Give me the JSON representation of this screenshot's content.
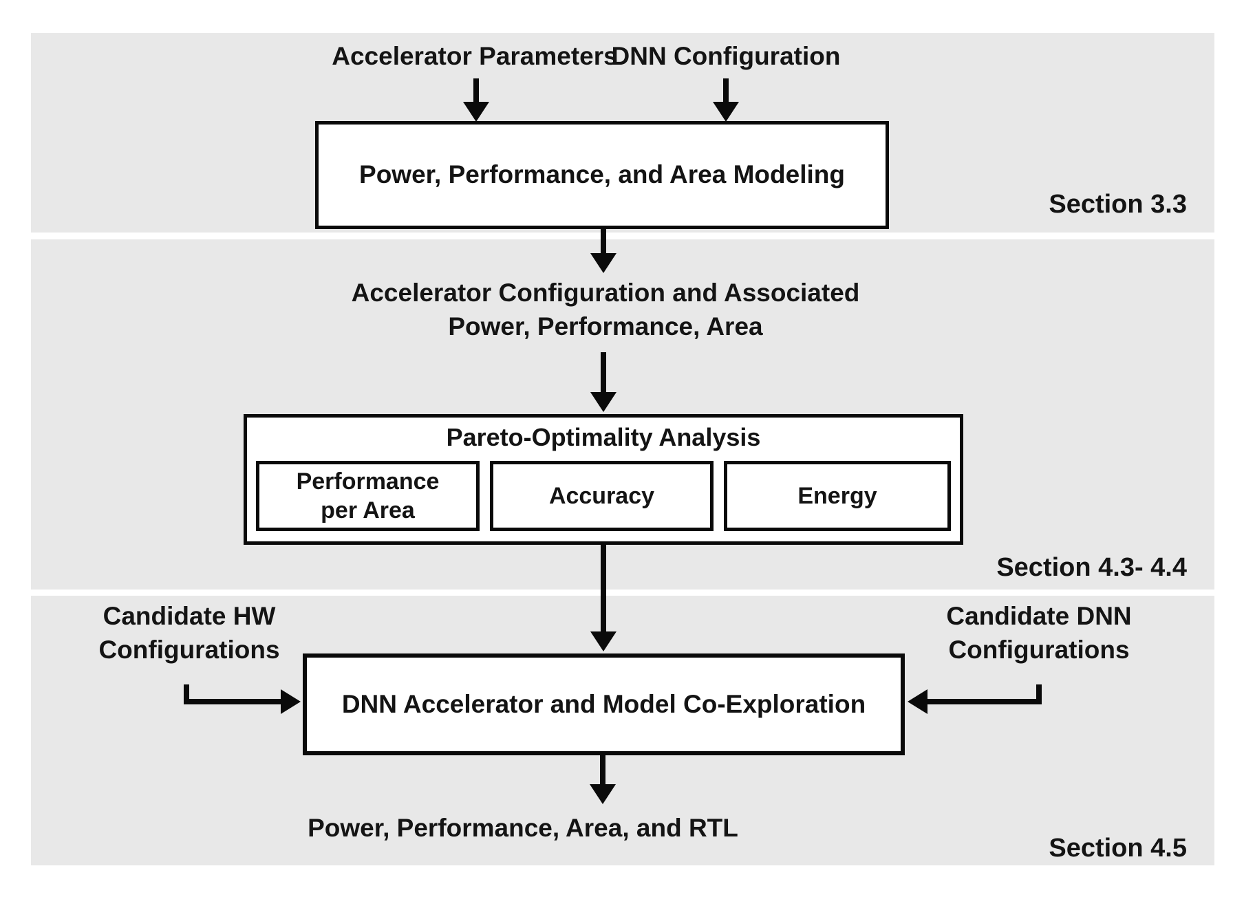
{
  "diagram": {
    "colors": {
      "band_background": "#e8e8e8",
      "box_background": "#ffffff",
      "line_color": "#0a0a0a",
      "text_color": "#141414"
    },
    "inputs": {
      "accelerator_parameters": "Accelerator Parameters",
      "dnn_configuration": "DNN Configuration"
    },
    "stage1": {
      "modeling_box": "Power, Performance, and Area Modeling",
      "section_label": "Section 3.3"
    },
    "stage2": {
      "intermediate_label": "Accelerator Configuration and Associated\nPower, Performance, Area",
      "pareto_title": "Pareto-Optimality Analysis",
      "pareto_items": {
        "performance_per_area": "Performance\nper Area",
        "accuracy": "Accuracy",
        "energy": "Energy"
      },
      "section_label": "Section 4.3- 4.4"
    },
    "stage3": {
      "candidate_hw": "Candidate HW\nConfigurations",
      "candidate_dnn": "Candidate DNN\nConfigurations",
      "coexploration_box": "DNN Accelerator and Model Co-Exploration",
      "output_label": "Power, Performance, Area, and RTL",
      "section_label": "Section 4.5"
    }
  }
}
